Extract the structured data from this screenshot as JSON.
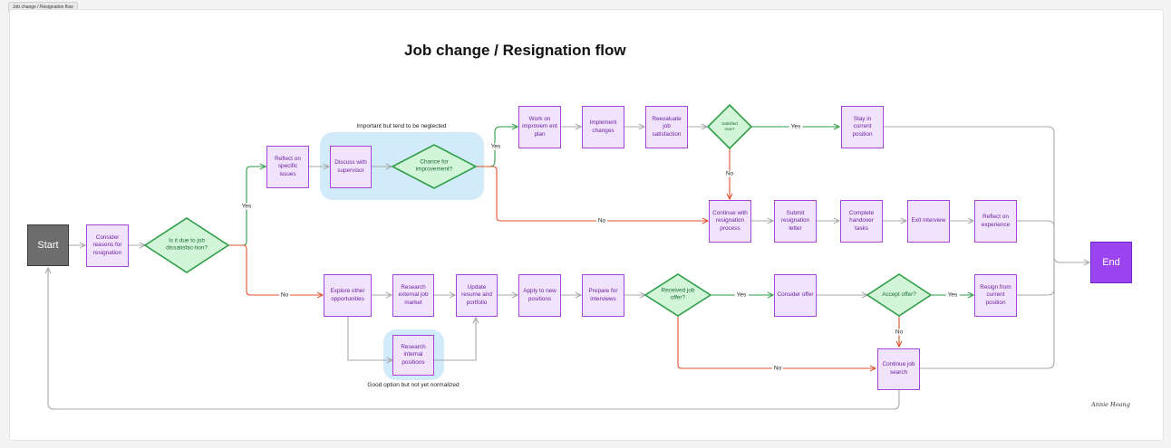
{
  "frame": {
    "label": "Job change / Resignation flow"
  },
  "diagram": {
    "title": "Job change / Resignation flow",
    "group_captions": {
      "neglected": "Important but tend to be neglected",
      "internal": "Good option but not yet normalized"
    },
    "nodes": {
      "start": "Start",
      "end": "End",
      "consider_reasons": "Consider reasons for resignation",
      "is_dissatisfaction": "Is it due to job dissatisfac-tion?",
      "reflect_issues": "Reflect on specific issues",
      "discuss_supervisor": "Discuss with supervisor",
      "chance_improvement": "Chance for improvement?",
      "work_plan": "Work on improvem ent plan",
      "implement_changes": "Implement changes",
      "reevaluate": "Reevaluate job satisfaction",
      "satisfied_now": "Satisfied now?",
      "stay_position": "Stay in current position",
      "continue_resignation": "Continue with resignation process",
      "submit_letter": "Submit resignation letter",
      "complete_handover": "Complete handover tasks",
      "exit_interview": "Exit interview",
      "reflect_experience": "Reflect on experience",
      "explore_opportunities": "Explore other opportunities",
      "research_external": "Research external job market",
      "update_resume": "Update resume and portfolio",
      "apply_positions": "Apply to new positions",
      "prepare_interviews": "Prepare for interviews",
      "received_offer": "Received job offer?",
      "consider_offer": "Consider offer",
      "accept_offer": "Accept offer?",
      "resign_position": "Resign from current position",
      "research_internal": "Research internal positions",
      "continue_search": "Continue job search"
    },
    "edge_labels": {
      "dissatisfaction_yes": "Yes",
      "dissatisfaction_no": "No",
      "chance_yes": "Yes",
      "chance_no": "No",
      "satisfied_yes": "Yes",
      "satisfied_no": "No",
      "received_yes": "Yes",
      "received_no": "No",
      "accept_yes": "Yes",
      "accept_no": "No"
    },
    "signature": "Annie Hoang",
    "colors": {
      "process_fill": "#f1e3fb",
      "process_border": "#a546d6",
      "decision_fill": "#d2f5d9",
      "decision_border": "#2e9e47",
      "start_fill": "#6d6d6d",
      "end_fill": "#9a45f0",
      "yes_edge": "#2e9e47",
      "no_edge": "#e0502a",
      "neutral_edge": "#a8a8a8",
      "group_fill": "#d2ebfa"
    }
  }
}
